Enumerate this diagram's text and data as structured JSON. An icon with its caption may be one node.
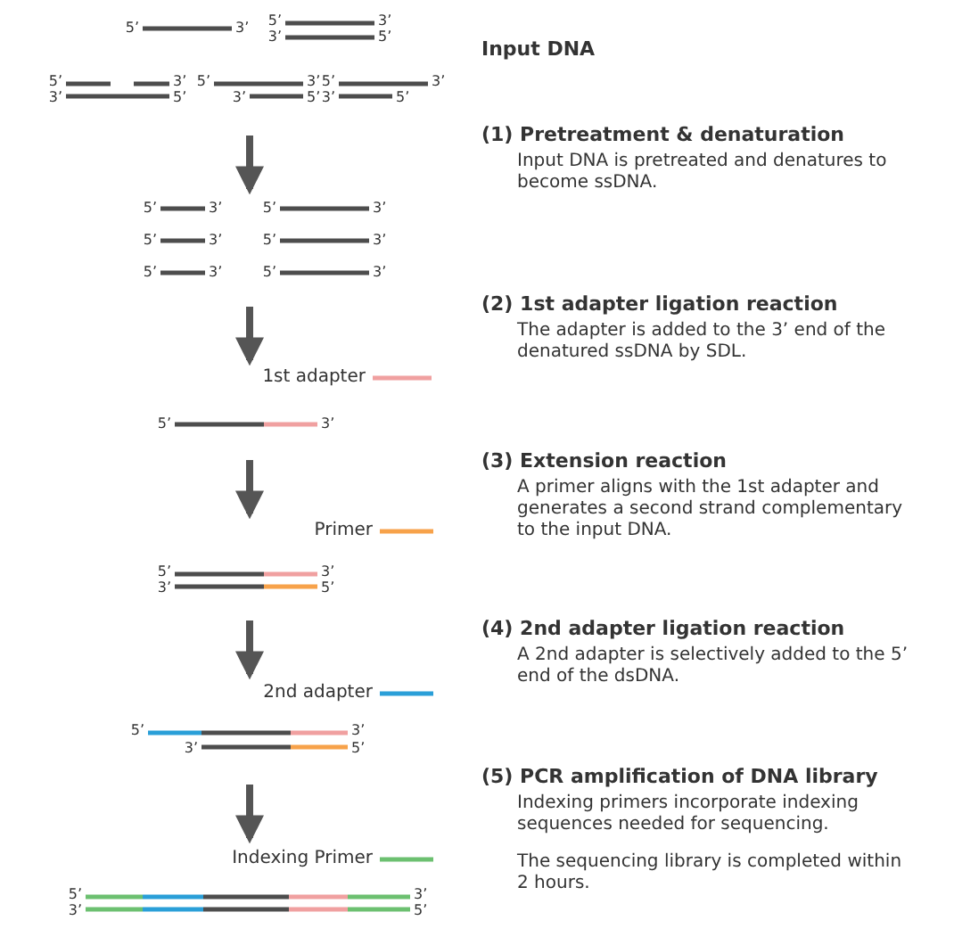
{
  "diagram": {
    "nodes": [
      {
        "text": [
          "5’",
          "3’",
          "5’",
          "3’",
          "3’",
          "5’",
          "5’",
          "3’",
          "3’",
          "5’",
          "5’",
          "3’",
          "3’",
          "5’",
          "5’",
          "3’",
          "3’",
          "5’"
        ]
      },
      {
        "text": [
          "5’",
          "3’",
          "5’",
          "3’",
          "5’",
          "3’",
          "5’",
          "3’",
          "5’",
          "3’",
          "5’",
          "3’"
        ]
      },
      {
        "text": [
          "1st adapter",
          "5’",
          "3’"
        ]
      },
      {
        "text": [
          "Primer",
          "5’",
          "3’",
          "3’",
          "5’"
        ]
      },
      {
        "text": [
          "2nd adapter",
          "5’",
          "3’",
          "3’",
          "5’"
        ]
      },
      {
        "text": [
          "Indexing Primer",
          "5’",
          "3’",
          "3’",
          "5’"
        ]
      }
    ],
    "edges": [
      {
        "from": 0,
        "to": 1,
        "arrow": "to"
      },
      {
        "from": 1,
        "to": 2,
        "arrow": "to"
      },
      {
        "from": 2,
        "to": 3,
        "arrow": "to"
      },
      {
        "from": 3,
        "to": 4,
        "arrow": "to"
      },
      {
        "from": 4,
        "to": 5,
        "arrow": "to"
      }
    ],
    "labels": [
      "Input DNA",
      "(1) Pretreatment & denaturation",
      "Input DNA is pretreated and denatures to become ssDNA.",
      "(2) 1st adapter ligation reaction",
      "The adapter is added to the 3’ end of the denatured ssDNA by SDL.",
      "(3) Extension reaction",
      "A primer aligns with the 1st adapter and generates a second strand complementary to the input DNA.",
      "(4) 2nd adapter ligation reaction",
      "A 2nd adapter is selectively added to the 5’ end of the dsDNA.",
      "(5) PCR amplification of DNA library",
      "Indexing primers incorporate indexing sequences needed for sequencing.",
      "The sequencing library is completed within 2 hours."
    ]
  }
}
